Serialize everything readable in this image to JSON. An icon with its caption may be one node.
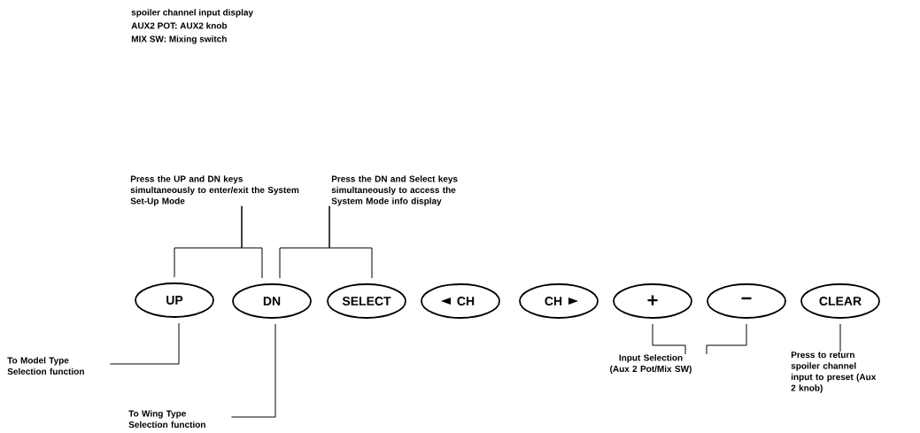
{
  "diagram": {
    "nodes": [
      {
        "text": [
          "UP"
        ]
      },
      {
        "text": [
          "DN"
        ]
      },
      {
        "text": [
          "SELECT"
        ]
      },
      {
        "text": [
          "CH"
        ]
      },
      {
        "text": [
          "CH"
        ]
      },
      {
        "text": [
          "+"
        ]
      },
      {
        "text": [
          "−"
        ]
      },
      {
        "text": [
          "CLEAR"
        ]
      },
      {
        "text": [
          "Press the UP and DN keys simultaneously to enter/exit the System Set-Up Mode"
        ]
      },
      {
        "text": [
          "Press the DN and Select keys simultaneously to access the System Mode info display"
        ]
      },
      {
        "text": [
          "To Model Type Selection function"
        ]
      },
      {
        "text": [
          "To Wing Type Selection function"
        ]
      },
      {
        "text": [
          "Input Selection (Aux 2 Pot/Mix SW)"
        ]
      },
      {
        "text": [
          "Press to return spoiler channel input to preset (Aux 2 knob)"
        ]
      }
    ],
    "edges": [
      {
        "from": 8,
        "to": 0,
        "arrow": "none"
      },
      {
        "from": 8,
        "to": 1,
        "arrow": "none"
      },
      {
        "from": 9,
        "to": 1,
        "arrow": "none"
      },
      {
        "from": 9,
        "to": 2,
        "arrow": "none"
      },
      {
        "from": 10,
        "to": 0,
        "arrow": "none"
      },
      {
        "from": 11,
        "to": 1,
        "arrow": "none"
      },
      {
        "from": 12,
        "to": 5,
        "arrow": "none"
      },
      {
        "from": 12,
        "to": 6,
        "arrow": "none"
      },
      {
        "from": 13,
        "to": 7,
        "arrow": "none"
      }
    ],
    "labels": [
      "spoiler channel input display",
      "AUX2 POT: AUX2 knob",
      "MIX SW: Mixing switch"
    ]
  }
}
